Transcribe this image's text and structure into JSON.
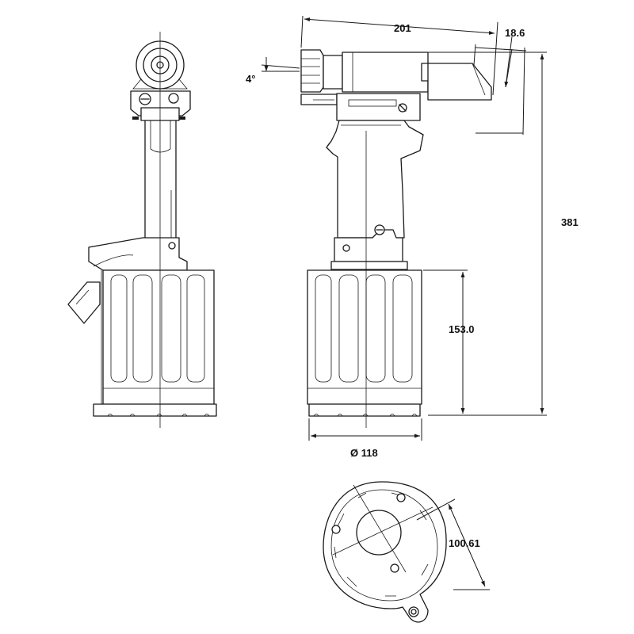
{
  "dimensions": {
    "length": "201",
    "offset": "18.6",
    "angle": "4°",
    "height": "381",
    "base_height": "153.0",
    "diameter": "Ø 118",
    "bolt_spacing": "100.61"
  },
  "colors": {
    "line": "#1a1a1a",
    "background": "#ffffff"
  }
}
